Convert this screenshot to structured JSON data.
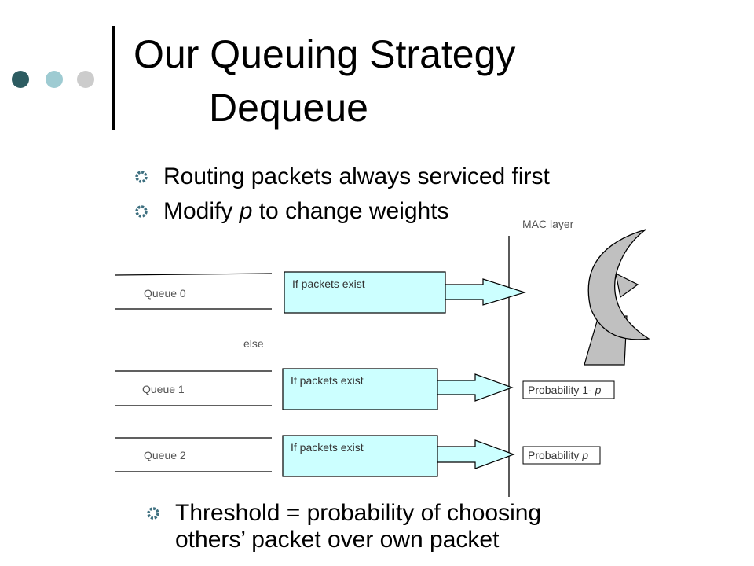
{
  "slide": {
    "title": "Our Queuing Strategy",
    "subtitle": "Dequeue",
    "colors": {
      "dot1": "#2d5c61",
      "dot2": "#9ecbd2",
      "dot3": "#cccccc",
      "box_fill": "#ccffff",
      "antenna_fill": "#c0c0c0"
    }
  },
  "bullets": [
    {
      "pre": "Routing packets always serviced first",
      "italic": "",
      "post": ""
    },
    {
      "pre": "Modify ",
      "italic": "p",
      "post": " to change weights"
    }
  ],
  "bottom_bullet": {
    "line1": "Threshold = probability of choosing",
    "line2": "others’ packet over own packet"
  },
  "diagram": {
    "mac_label": "MAC layer",
    "else_label": "else",
    "queues": [
      {
        "name": "Queue 0",
        "box": "If packets exist"
      },
      {
        "name": "Queue 1",
        "box": "If packets exist"
      },
      {
        "name": "Queue 2",
        "box": "If packets exist"
      }
    ],
    "probabilities": [
      {
        "text": "Probability 1- ",
        "italic": "p"
      },
      {
        "text": "Probability ",
        "italic": "p"
      }
    ]
  }
}
